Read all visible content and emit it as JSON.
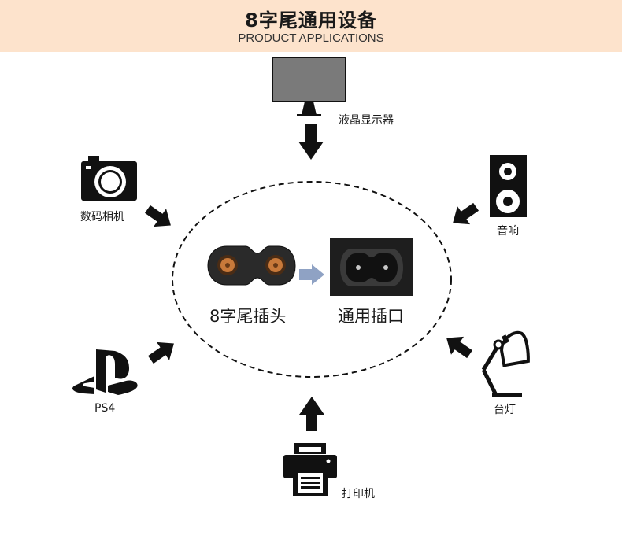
{
  "header": {
    "title": "8字尾通用设备",
    "subtitle": "PRODUCT APPLICATIONS"
  },
  "center": {
    "plug_label": "8字尾插头",
    "socket_label": "通用插口"
  },
  "devices": {
    "monitor": "液晶显示器",
    "camera": "数码相机",
    "speaker": "音响",
    "ps4": "PS4",
    "lamp": "台灯",
    "printer": "打印机"
  },
  "colors": {
    "header_bg": "#fde3cc",
    "icon": "#111111",
    "arrow_blue": "#8fa2c4",
    "plug_pin": "#c8793a"
  }
}
